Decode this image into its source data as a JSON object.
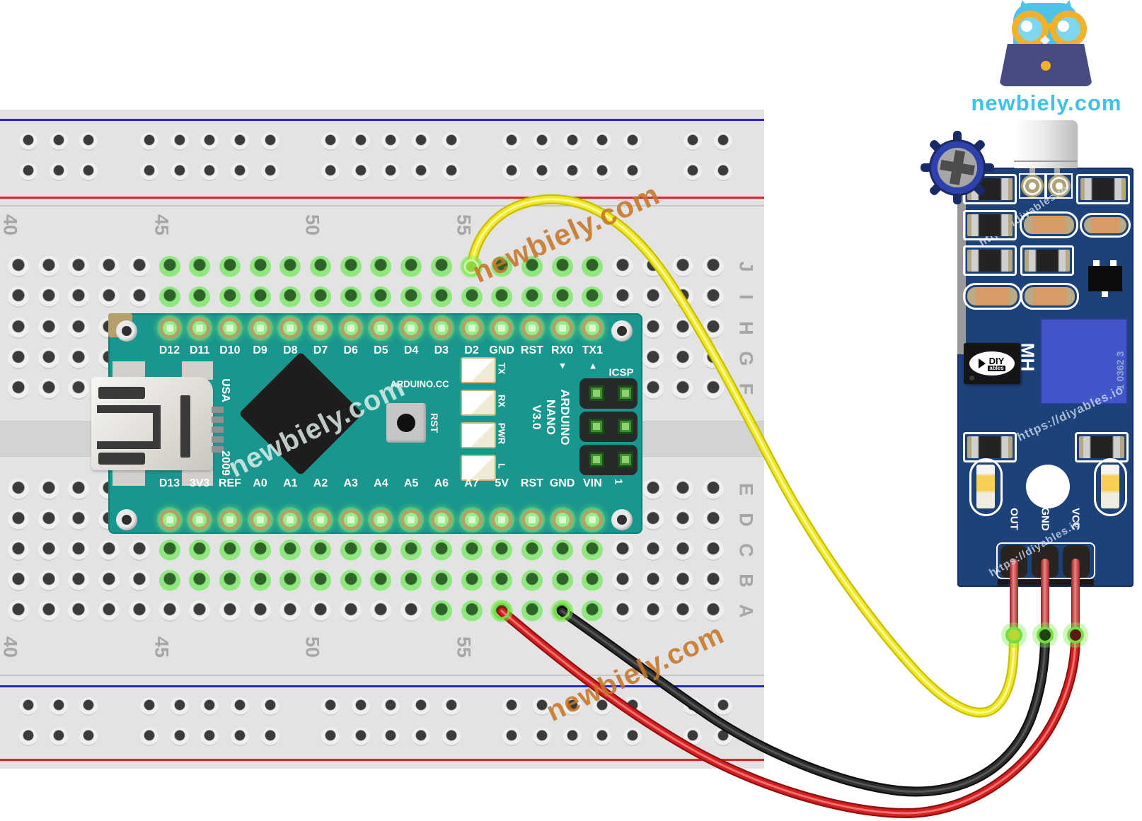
{
  "logo": {
    "brand": "newbiely.com"
  },
  "watermarks": {
    "newbiely": "newbiely.com",
    "diyables": "https://diyables.io"
  },
  "breadboard": {
    "column_numbers": [
      "40",
      "45",
      "50",
      "55"
    ],
    "row_letters_top": [
      "J",
      "I",
      "H",
      "G",
      "F"
    ],
    "row_letters_bottom": [
      "E",
      "D",
      "C",
      "B",
      "A"
    ]
  },
  "arduino": {
    "top_pin_labels": [
      "D12",
      "D11",
      "D10",
      "D9",
      "D8",
      "D7",
      "D6",
      "D5",
      "D4",
      "D3",
      "D2",
      "GND",
      "RST",
      "RX0",
      "TX1"
    ],
    "bottom_pin_labels": [
      "D13",
      "3V3",
      "REF",
      "A0",
      "A1",
      "A2",
      "A3",
      "A4",
      "A5",
      "A6",
      "A7",
      "5V",
      "RST",
      "GND",
      "VIN"
    ],
    "usb_text": "USA",
    "year_text": "2009",
    "brand_text": "ARDUINO.CC",
    "board_name_lines": [
      "ARDUINO",
      "NANO",
      "V3.0"
    ],
    "reset_button_label": "RST",
    "led_labels": [
      "TX",
      "RX",
      "PWR",
      "L"
    ],
    "icsp_label": "ICSP",
    "pin_one_label": "1",
    "rx_marker": "▼",
    "tx_marker": "▲"
  },
  "sensor": {
    "model_text": "MH",
    "chip_logo_top": "DIY",
    "chip_logo_bottom": "ables",
    "pot_code": "1 0362 3",
    "pin_labels": [
      "OUT",
      "GND",
      "VCC"
    ],
    "watermark": "https://diyables.io"
  },
  "wires": [
    {
      "id": "signal",
      "label": "D2 to OUT",
      "hex": "#f1e91f",
      "outline": "#c9bd00",
      "core": "#fbf7a0"
    },
    {
      "id": "ground",
      "label": "GND to GND",
      "hex": "#2e2e2e",
      "outline": "#0d0d0d",
      "core": "#555555"
    },
    {
      "id": "power",
      "label": "5V to VCC",
      "hex": "#d42020",
      "outline": "#8f0f0f",
      "core": "#f07070"
    }
  ],
  "colors": {
    "breadboard": "#e3e3e3",
    "nano_board": "#19968d",
    "sensor_board": "#1d4179",
    "rail_blue": "#2525e0",
    "rail_red": "#e02525",
    "hole_green": "#8fe77f",
    "logo_blue": "#3fc1e9",
    "logo_yellow": "#f0b12c",
    "laptop_navy": "#474b80",
    "watermark_orange": "#c67428"
  }
}
